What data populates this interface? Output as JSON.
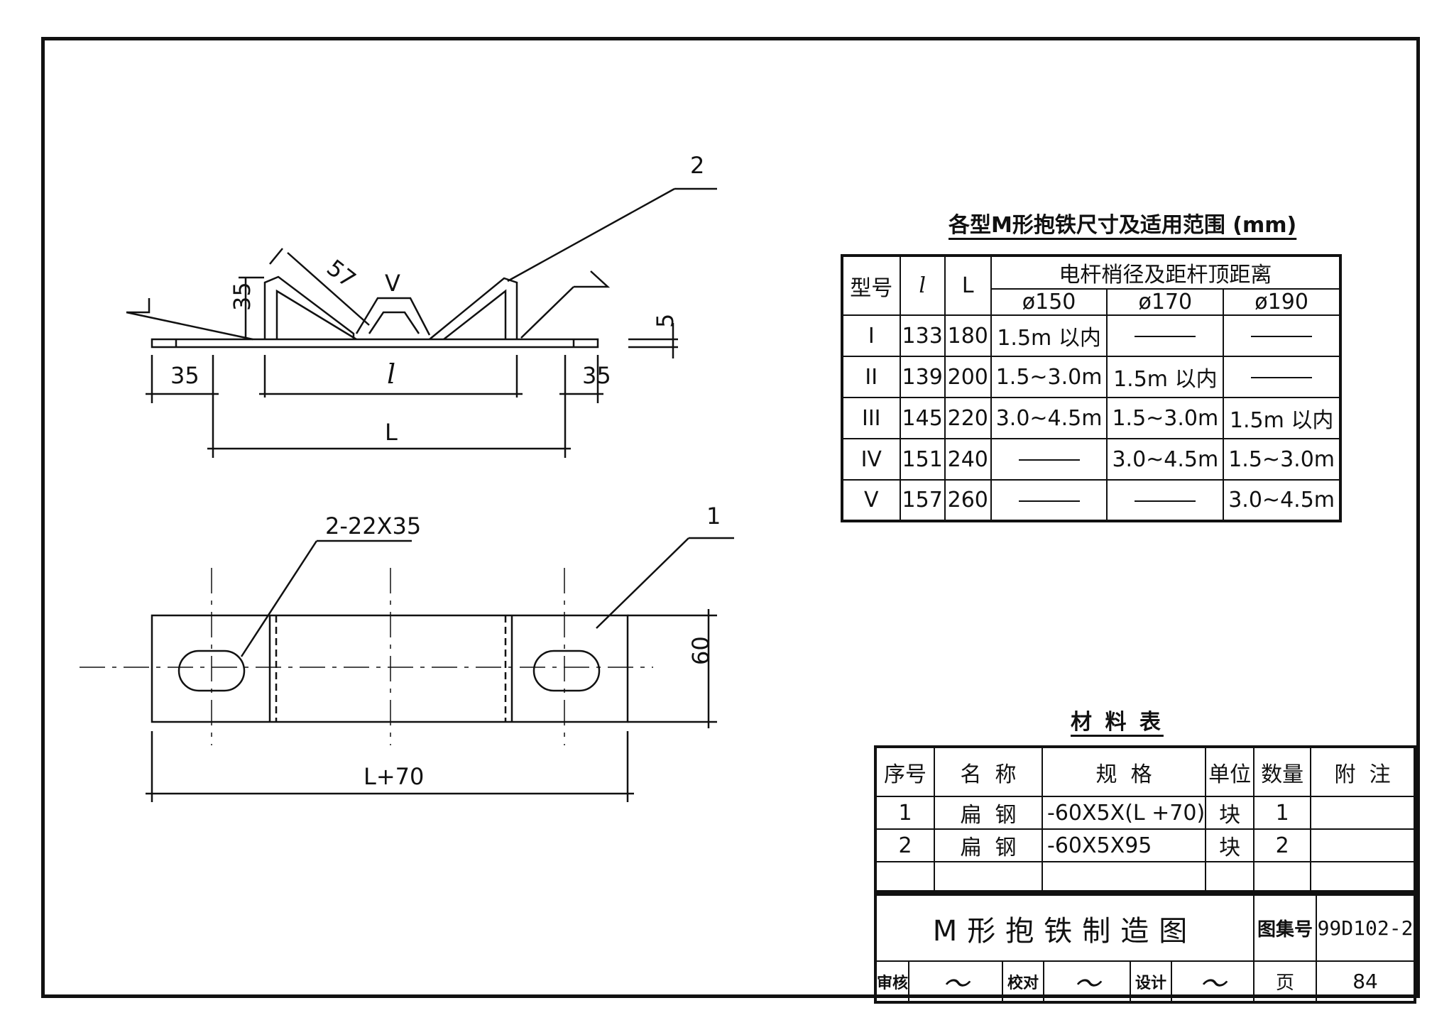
{
  "drawing": {
    "elevation": {
      "part_callout_top": "2",
      "dim_slant": "57",
      "dim_flange_height": "35",
      "dim_v_label": "V",
      "dim_plate_thickness": "5",
      "dim_left_end": "35",
      "dim_right_end": "35",
      "dim_inner": "l",
      "dim_total": "L"
    },
    "plan": {
      "slot_callout": "2-22X35",
      "part_callout": "1",
      "dim_width": "60",
      "dim_length": "L+70"
    }
  },
  "size_table": {
    "title": "各型M形抱铁尺寸及适用范围 (mm)",
    "headers": {
      "type": "型号",
      "l": "l",
      "L": "L",
      "group": "电杆梢径及距杆顶距离",
      "d150": "ø150",
      "d170": "ø170",
      "d190": "ø190"
    },
    "rows": [
      {
        "type": "I",
        "l": "133",
        "L": "180",
        "d150": "1.5m 以内",
        "d170": "",
        "d190": ""
      },
      {
        "type": "II",
        "l": "139",
        "L": "200",
        "d150": "1.5~3.0m",
        "d170": "1.5m 以内",
        "d190": ""
      },
      {
        "type": "III",
        "l": "145",
        "L": "220",
        "d150": "3.0~4.5m",
        "d170": "1.5~3.0m",
        "d190": "1.5m 以内"
      },
      {
        "type": "IV",
        "l": "151",
        "L": "240",
        "d150": "",
        "d170": "3.0~4.5m",
        "d190": "1.5~3.0m"
      },
      {
        "type": "V",
        "l": "157",
        "L": "260",
        "d150": "",
        "d170": "",
        "d190": "3.0~4.5m"
      }
    ]
  },
  "material_table": {
    "title": "材 料 表",
    "headers": {
      "no": "序号",
      "name": "名  称",
      "spec": "规  格",
      "unit": "单位",
      "qty": "数量",
      "note": "附  注"
    },
    "rows": [
      {
        "no": "1",
        "name": "扁  钢",
        "spec": "-60X5X(L +70)",
        "unit": "块",
        "qty": "1",
        "note": ""
      },
      {
        "no": "2",
        "name": "扁  钢",
        "spec": "-60X5X95",
        "unit": "块",
        "qty": "2",
        "note": ""
      }
    ]
  },
  "title_block": {
    "drawing_title": "M形抱铁制造图",
    "atlas_label": "图集号",
    "atlas_no": "99D102-2",
    "review_label": "审核",
    "check_label": "校对",
    "design_label": "设计",
    "page_label": "页",
    "page_no": "84"
  }
}
